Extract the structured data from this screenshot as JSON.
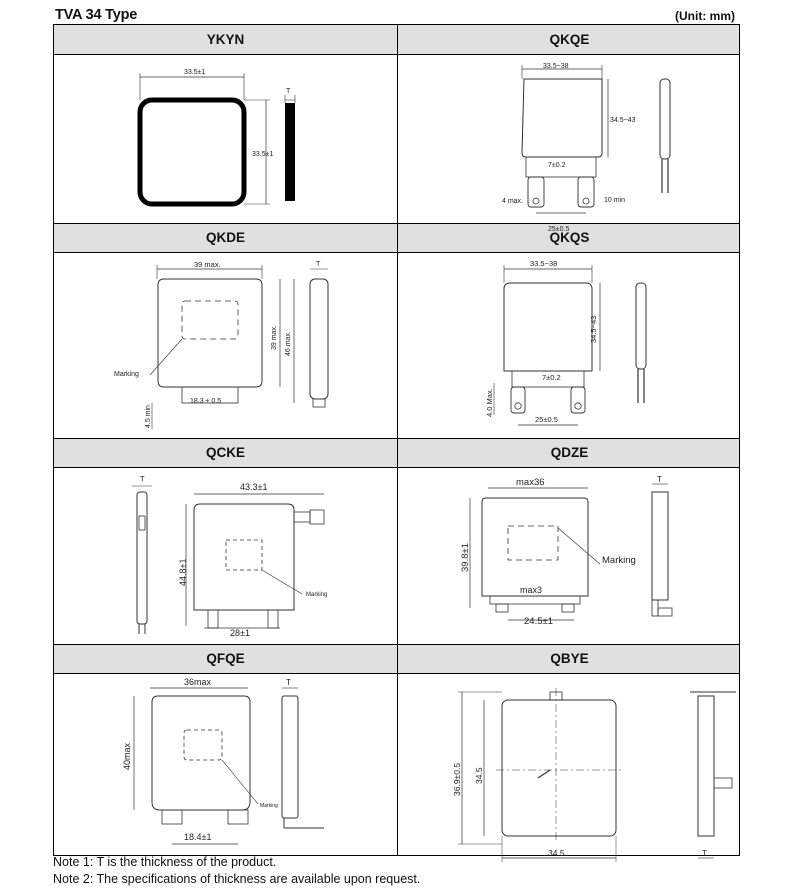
{
  "header": {
    "title": "TVA 34 Type",
    "unit": "(Unit: mm)"
  },
  "cells": [
    {
      "name": "YKYN",
      "dims": {
        "w": "33.5±1",
        "h": "33.5±1",
        "t": "T"
      }
    },
    {
      "name": "QKQE",
      "dims": {
        "w": "33.5~38",
        "h": "34.5~43",
        "lead_pitch_small": "7±0.2",
        "lead_min": "10 min",
        "lead_max": "4 max.",
        "pitch": "25±0.5"
      }
    },
    {
      "name": "QKDE",
      "dims": {
        "w": "39 max.",
        "h": "39 max.",
        "h2": "46 max.",
        "t": "T",
        "marking": "Marking",
        "lead_min": "4.5 min",
        "pitch": "18.3 ± 0.5"
      }
    },
    {
      "name": "QKQS",
      "dims": {
        "w": "33.5~38",
        "h": "34.5~43",
        "lead_pitch_small": "7±0.2",
        "lead_max": "4.0 Max.",
        "pitch": "25±0.5"
      }
    },
    {
      "name": "QCKE",
      "dims": {
        "t": "T",
        "w": "43.3±1",
        "h": "44.8±1",
        "marking": "Marking",
        "pitch": "28±1"
      }
    },
    {
      "name": "QDZE",
      "dims": {
        "w": "max36",
        "h": "39.8±1",
        "t": "T",
        "marking": "Marking",
        "lead_max": "max3",
        "pitch": "24.5±1"
      }
    },
    {
      "name": "QFQE",
      "dims": {
        "w": "36max",
        "h": "40max",
        "t": "T",
        "marking": "Marking",
        "pitch": "18.4±1"
      }
    },
    {
      "name": "QBYE",
      "dims": {
        "h_outer": "36.9±0.5",
        "h_inner": "34.5",
        "w_inner": "34.5",
        "t": "T"
      }
    }
  ],
  "notes": [
    "Note 1: T is the thickness of the product.",
    "Note 2: The specifications of thickness are available upon request."
  ]
}
